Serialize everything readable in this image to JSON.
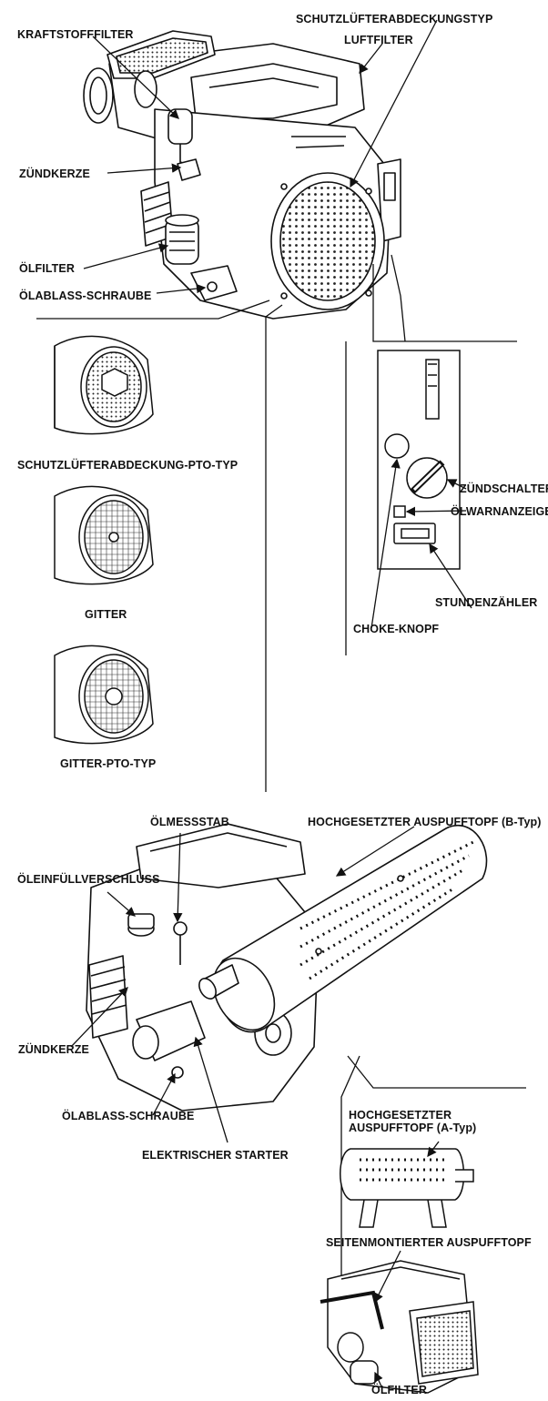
{
  "labels": {
    "kraftstofffilter": "KRAFTSTOFFFILTER",
    "schutzluefter_typ": "SCHUTZLÜFTERABDECKUNGSTYP",
    "luftfilter": "LUFTFILTER",
    "zuendkerze_top": "ZÜNDKERZE",
    "oelfilter_top": "ÖLFILTER",
    "oelablass_top": "ÖLABLASS-SCHRAUBE",
    "pto_typ": "SCHUTZLÜFTERABDECKUNG-PTO-TYP",
    "gitter": "GITTER",
    "gitter_pto": "GITTER-PTO-TYP",
    "zuendschalter": "ZÜNDSCHALTER",
    "oelwarnanzeige": "ÖLWARNANZEIGE",
    "stundenzaehler": "STUNDENZÄHLER",
    "choke_knopf": "CHOKE-KNOPF",
    "oelmessstab": "ÖLMESSSTAB",
    "hochgesetzter_b": "HOCHGESETZTER AUSPUFFTOPF (B-Typ)",
    "oeleinfuell": "ÖLEINFÜLLVERSCHLUSS",
    "zuendkerze_bottom": "ZÜNDKERZE",
    "hochgesetzter_a_line1": "HOCHGESETZTER",
    "hochgesetzter_a_line2": "AUSPUFFTOPF (A-Typ)",
    "oelablass_bottom": "ÖLABLASS-SCHRAUBE",
    "elektrischer_starter": "ELEKTRISCHER STARTER",
    "seitenmontierter": "SEITENMONTIERTER AUSPUFFTOPF",
    "oelfilter_bottom": "ÖLFILTER"
  }
}
